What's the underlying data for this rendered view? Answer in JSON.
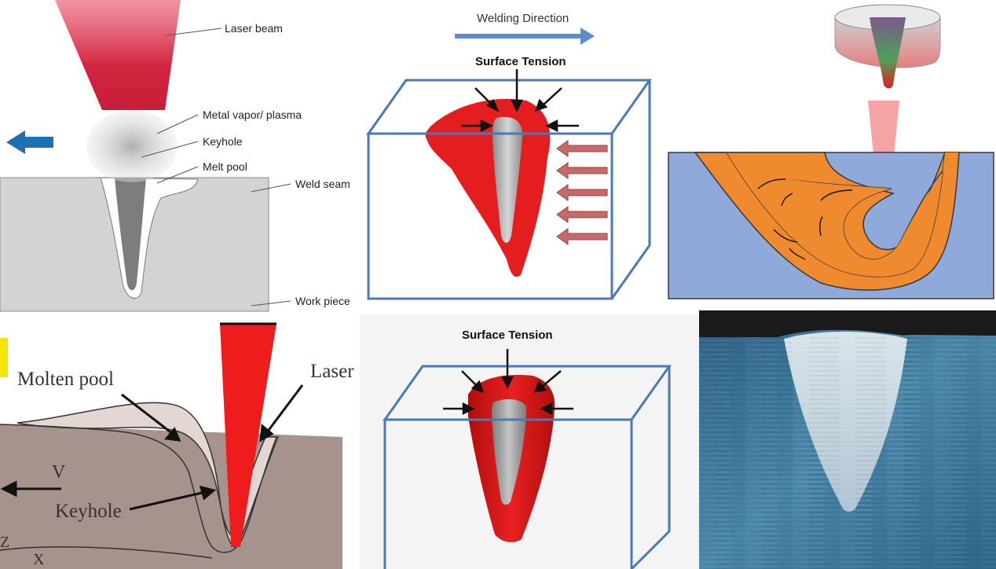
{
  "panel1": {
    "labels": {
      "laser_beam": "Laser beam",
      "metal_vapor": "Metal vapor/ plasma",
      "keyhole": "Keyhole",
      "melt_pool": "Melt pool",
      "weld_seam": "Weld seam",
      "work_piece": "Work piece"
    },
    "colors": {
      "beam": "#d2243f",
      "arrow": "#1f6fb5",
      "workpiece": "#d3d3d3"
    }
  },
  "panel2": {
    "welding_direction": "Welding Direction",
    "surface_tension": "Surface Tension",
    "colors": {
      "box": "#4a79b5",
      "pool": "#e41e1e",
      "flow_arrow": "#c56a6a"
    }
  },
  "panel3": {
    "colors": {
      "substrate": "#8fa9db",
      "melt": "#ef8a2e",
      "laser": "#f6a3a3"
    }
  },
  "panel4": {
    "labels": {
      "molten_pool": "Molten pool",
      "laser": "Laser",
      "v": "V",
      "keyhole": "Keyhole",
      "z": "Z",
      "x": "X"
    },
    "colors": {
      "laser": "#ee1c1c",
      "workpiece": "#a6938e",
      "pool": "#e3d7d3",
      "marker": "#f4e600"
    }
  },
  "panel5": {
    "surface_tension": "Surface Tension",
    "colors": {
      "box": "#4a79b5",
      "pool": "#d31515"
    }
  },
  "panel6": {
    "colors": {
      "background": "#3a6f93",
      "weld": "#dde6ec"
    }
  }
}
